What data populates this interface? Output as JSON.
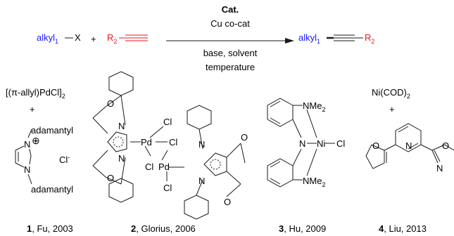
{
  "reaction": {
    "reactant1": {
      "prefix": "alkyl",
      "subscript": "1",
      "suffix": "X",
      "color": "#1a18ff"
    },
    "plus": "+",
    "reactant2": {
      "prefix": "R",
      "subscript": "2",
      "color": "#e8141b"
    },
    "arrow_above_bold": "Cat.",
    "arrow_above": "Cu co-cat",
    "arrow_below_line1": "base, solvent",
    "arrow_below_line2": "temperature",
    "product": {
      "left_prefix": "alkyl",
      "left_subscript": "1",
      "right_prefix": "R",
      "right_subscript": "2"
    }
  },
  "catalysts": [
    {
      "number": "1",
      "citation": ", Fu, 2003",
      "complex_prefix": "[(π-allyl)PdCl]",
      "complex_subscript": "2",
      "plus": "+",
      "substituent_top": "adamantyl",
      "substituent_bottom": "adamantyl",
      "atom_N_top": "N",
      "atom_N_bottom": "N",
      "charge": "⊕",
      "counterion": "Cl",
      "counterion_charge": "-"
    },
    {
      "number": "2",
      "citation": ", Glorius, 2006",
      "atoms": {
        "pd": "Pd",
        "cl": "Cl",
        "n": "N",
        "o": "O"
      }
    },
    {
      "number": "3",
      "citation": ", Hu, 2009",
      "ligand": "NMe",
      "ligand_subscript": "2",
      "metal": "Ni",
      "chloride": "Cl",
      "amido": "N"
    },
    {
      "number": "4",
      "citation": ", Liu, 2013",
      "precursor_prefix": "Ni(COD)",
      "precursor_subscript": "2",
      "plus": "+",
      "atom_O": "O",
      "atom_N": "N"
    }
  ]
}
